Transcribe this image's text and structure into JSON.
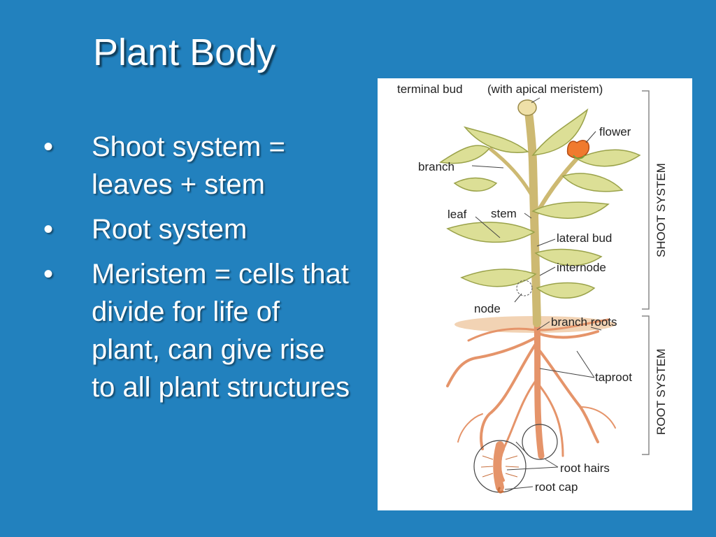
{
  "slide": {
    "title": "Plant Body",
    "bullets": [
      {
        "marker": "•",
        "text": "Shoot system = leaves + stem"
      },
      {
        "marker": "•",
        "text": "Root system"
      },
      {
        "marker": "•",
        "text": "Meristem = cells that divide for life of plant, can give rise to all plant structures"
      }
    ]
  },
  "diagram": {
    "labels": {
      "terminal_bud": "terminal bud",
      "apical_meristem": "(with apical meristem)",
      "flower": "flower",
      "branch": "branch",
      "leaf": "leaf",
      "stem": "stem",
      "lateral_bud": "lateral bud",
      "internode": "internode",
      "node": "node",
      "branch_roots": "branch roots",
      "taproot": "taproot",
      "root_hairs": "root hairs",
      "root_cap": "root cap",
      "shoot_system": "SHOOT SYSTEM",
      "root_system": "ROOT SYSTEM"
    }
  },
  "colors": {
    "background": "#2281be",
    "text": "#ffffff",
    "leaf": "#d6d98c",
    "leaf_vein": "#9aa24a",
    "stem": "#d8c97e",
    "root": "#e8a070",
    "flower": "#f07a2e"
  }
}
